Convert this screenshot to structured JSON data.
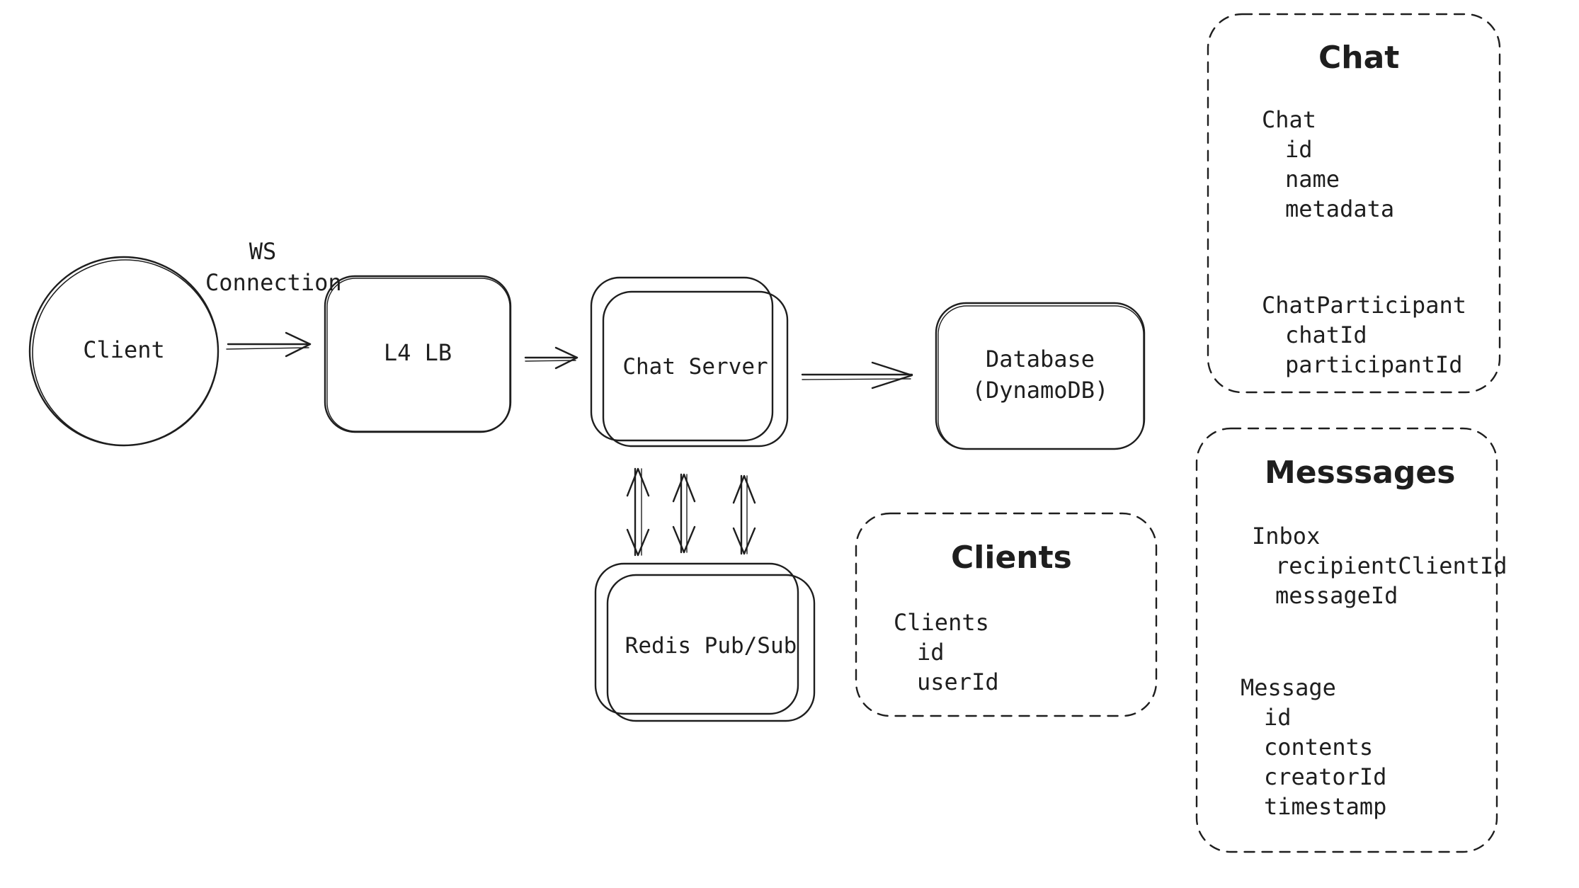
{
  "diagram": {
    "nodes": {
      "client": "Client",
      "lb": "L4 LB",
      "chat_server": "Chat Server",
      "database_line1": "Database",
      "database_line2": "(DynamoDB)",
      "redis": "Redis Pub/Sub"
    },
    "edges": {
      "ws_label_line1": "WS",
      "ws_label_line2": "Connection"
    },
    "panels": {
      "chat": {
        "title": "Chat",
        "entities": [
          {
            "name": "Chat",
            "fields": [
              "id",
              "name",
              "metadata"
            ]
          },
          {
            "name": "ChatParticipant",
            "fields": [
              "chatId",
              "participantId"
            ]
          }
        ]
      },
      "clients": {
        "title": "Clients",
        "entities": [
          {
            "name": "Clients",
            "fields": [
              "id",
              "userId"
            ]
          }
        ]
      },
      "messages": {
        "title": "Messsages",
        "entities": [
          {
            "name": "Inbox",
            "fields": [
              "recipientClientId",
              "messageId"
            ]
          },
          {
            "name": "Message",
            "fields": [
              "id",
              "contents",
              "creatorId",
              "timestamp"
            ]
          }
        ]
      }
    }
  },
  "colors": {
    "stroke": "#1e1e1e",
    "background": "#ffffff"
  }
}
